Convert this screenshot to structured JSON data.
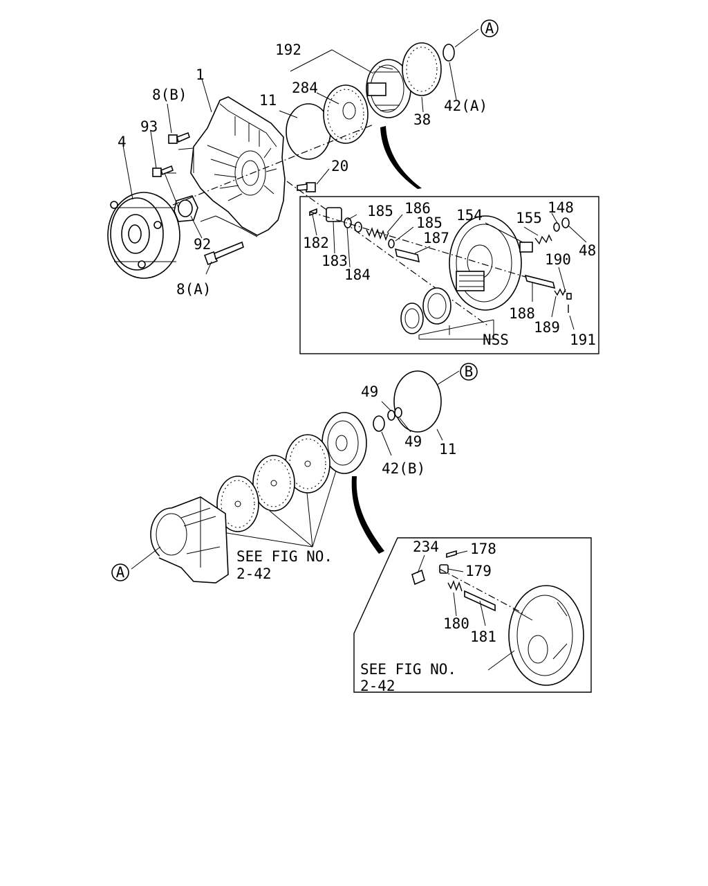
{
  "parts": [
    {
      "id": "p192",
      "text": "192"
    },
    {
      "id": "p284",
      "text": "284"
    },
    {
      "id": "p1",
      "text": "1"
    },
    {
      "id": "p11a",
      "text": "11"
    },
    {
      "id": "p8b",
      "text": "8(B)"
    },
    {
      "id": "p93",
      "text": "93"
    },
    {
      "id": "p4",
      "text": "4"
    },
    {
      "id": "p20",
      "text": "20"
    },
    {
      "id": "p92",
      "text": "92"
    },
    {
      "id": "p8a",
      "text": "8(A)"
    },
    {
      "id": "p38",
      "text": "38"
    },
    {
      "id": "p42a",
      "text": "42(A)"
    },
    {
      "id": "p185a",
      "text": "185"
    },
    {
      "id": "p186",
      "text": "186"
    },
    {
      "id": "p185b",
      "text": "185"
    },
    {
      "id": "p187",
      "text": "187"
    },
    {
      "id": "p182",
      "text": "182"
    },
    {
      "id": "p183",
      "text": "183"
    },
    {
      "id": "p184",
      "text": "184"
    },
    {
      "id": "p154",
      "text": "154"
    },
    {
      "id": "p155",
      "text": "155"
    },
    {
      "id": "p148",
      "text": "148"
    },
    {
      "id": "p48",
      "text": "48"
    },
    {
      "id": "p190",
      "text": "190"
    },
    {
      "id": "p188",
      "text": "188"
    },
    {
      "id": "p189",
      "text": "189"
    },
    {
      "id": "p191",
      "text": "191"
    },
    {
      "id": "pnss",
      "text": "NSS"
    },
    {
      "id": "p49a",
      "text": "49"
    },
    {
      "id": "p49b",
      "text": "49"
    },
    {
      "id": "p11b",
      "text": "11"
    },
    {
      "id": "p42b",
      "text": "42(B)"
    },
    {
      "id": "p234",
      "text": "234"
    },
    {
      "id": "p178",
      "text": "178"
    },
    {
      "id": "p179",
      "text": "179"
    },
    {
      "id": "p180",
      "text": "180"
    },
    {
      "id": "p181",
      "text": "181"
    }
  ],
  "refs": {
    "seeFig1": {
      "line1": "SEE FIG NO.",
      "line2": "2-42"
    },
    "seeFig2": {
      "line1": "SEE FIG NO.",
      "line2": "2-42"
    }
  },
  "markers": {
    "markerA1": "A",
    "markerA2": "A",
    "markerB": "B"
  }
}
